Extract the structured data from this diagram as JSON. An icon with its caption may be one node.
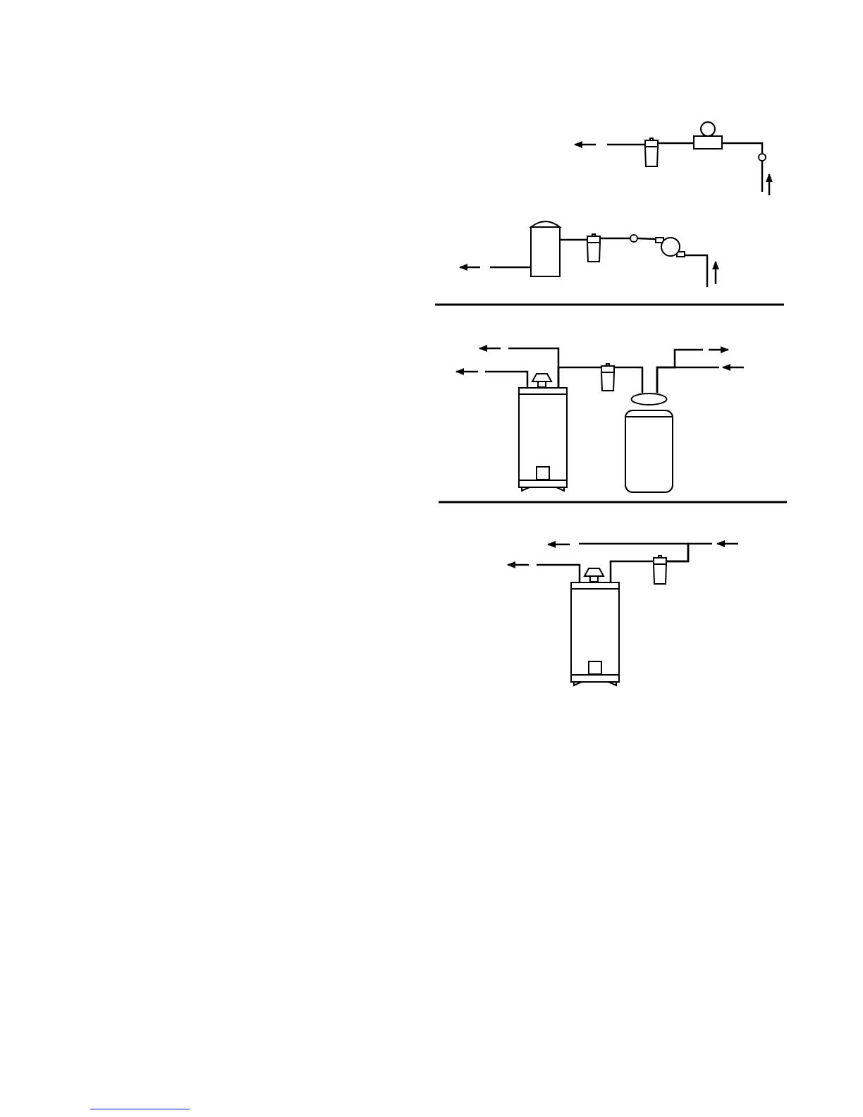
{
  "diagram": {
    "nodes": [
      {
        "text": [],
        "shape": "cylinder"
      },
      {
        "text": [],
        "shape": "meter"
      },
      {
        "text": [],
        "shape": "circle"
      },
      {
        "text": [],
        "shape": "tank"
      },
      {
        "text": [],
        "shape": "cylinder"
      },
      {
        "text": [],
        "shape": "circle"
      },
      {
        "text": [],
        "shape": "pump"
      },
      {
        "text": [],
        "shape": "heater"
      },
      {
        "text": [],
        "shape": "cylinder"
      },
      {
        "text": [],
        "shape": "softener"
      },
      {
        "text": [],
        "shape": "heater"
      },
      {
        "text": [],
        "shape": "cylinder"
      }
    ],
    "edges": [
      {
        "from": 2,
        "to": 1,
        "arrow": "none"
      },
      {
        "from": 1,
        "to": 0,
        "arrow": "none"
      },
      {
        "from": 0,
        "to": null,
        "arrow": "none"
      },
      {
        "from": null,
        "to": 2,
        "arrow": "none"
      },
      {
        "from": 3,
        "to": null,
        "arrow": "none"
      },
      {
        "from": 4,
        "to": 3,
        "arrow": "none"
      },
      {
        "from": 5,
        "to": 4,
        "arrow": "none"
      },
      {
        "from": 6,
        "to": 5,
        "arrow": "none"
      },
      {
        "from": null,
        "to": 6,
        "arrow": "none"
      },
      {
        "from": 7,
        "to": null,
        "arrow": "none"
      },
      {
        "from": 8,
        "to": 7,
        "arrow": "none"
      },
      {
        "from": 7,
        "to": null,
        "arrow": "none"
      },
      {
        "from": 9,
        "to": 8,
        "arrow": "none"
      },
      {
        "from": null,
        "to": 9,
        "arrow": "none"
      },
      {
        "from": 9,
        "to": null,
        "arrow": "none"
      },
      {
        "from": 10,
        "to": null,
        "arrow": "none"
      },
      {
        "from": 11,
        "to": 10,
        "arrow": "none"
      },
      {
        "from": null,
        "to": 11,
        "arrow": "none"
      },
      {
        "from": 11,
        "to": null,
        "arrow": "none"
      }
    ]
  }
}
